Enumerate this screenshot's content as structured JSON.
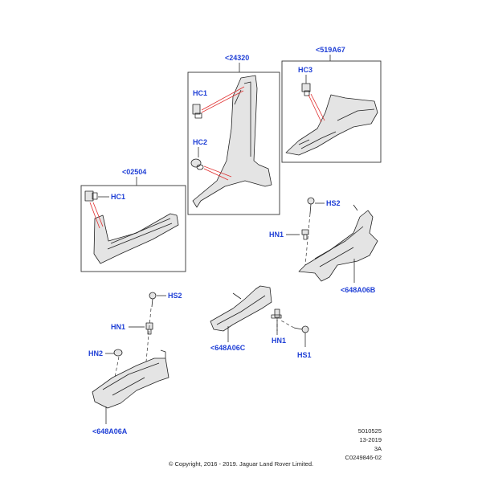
{
  "diagram": {
    "callouts": {
      "box_24320": "<24320",
      "box_519A67": "<519A67",
      "box_02504": "<02504",
      "hc1_a": "HC1",
      "hc2": "HC2",
      "hc3": "HC3",
      "hc1_b": "HC1",
      "hs2_a": "HS2",
      "hn1_a": "HN1",
      "part_648A06B": "<648A06B",
      "hs2_b": "HS2",
      "hn1_b": "HN1",
      "hn2": "HN2",
      "part_648A06C": "<648A06C",
      "hn1_c": "HN1",
      "hs1": "HS1",
      "part_648A06A": "<648A06A"
    },
    "colors": {
      "callout": "#1f3fd6",
      "leader_red": "#e03030",
      "line": "#222222"
    }
  },
  "footer": {
    "ref_number": "5010525",
    "date_code": "13-2019",
    "revision": "3A",
    "illustration_id": "C0249846-02",
    "copyright": "© Copyright, 2016 - 2019. Jaguar Land Rover Limited."
  }
}
